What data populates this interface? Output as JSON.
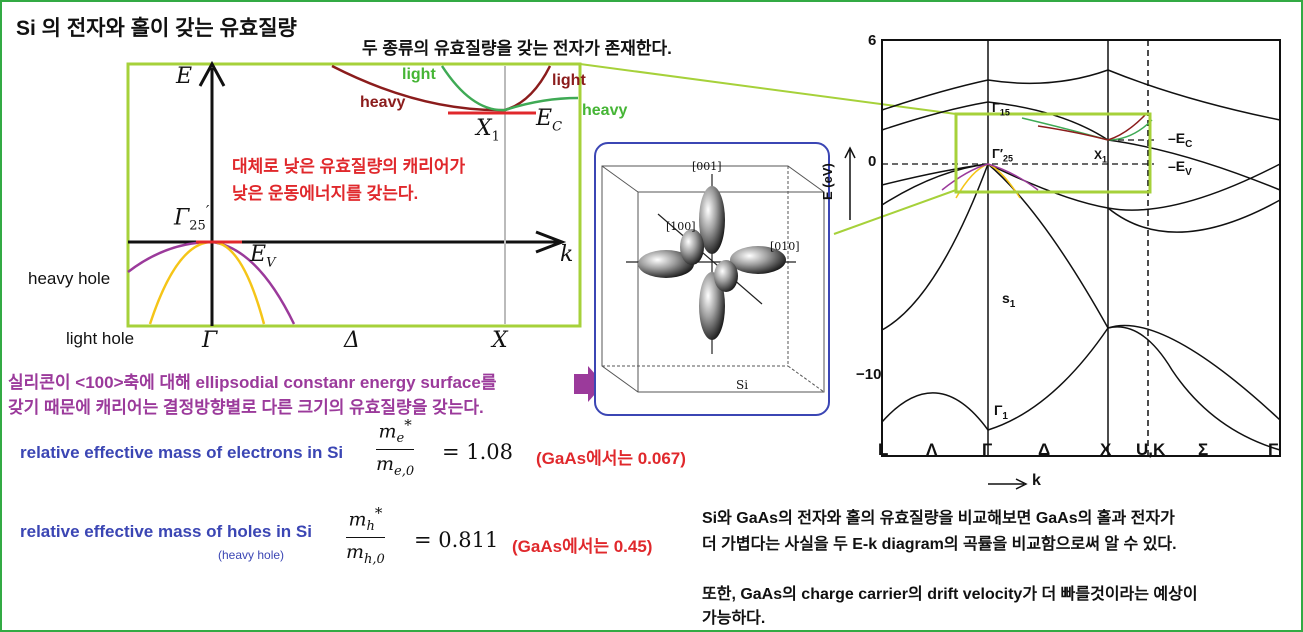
{
  "title": "Si 의 전자와 홀이 갖는 유효질량",
  "subtitle": "두 종류의 유효질량을 갖는 전자가 존재한다.",
  "left_diagram": {
    "axis_e": "E",
    "axis_k": "k",
    "label_light_top": "light",
    "label_light_right": "light",
    "label_heavy_left": "heavy",
    "label_heavy_right": "heavy",
    "x1": "X",
    "x1_sub": "1",
    "ec": "E",
    "ec_sub": "C",
    "gamma25": "Γ",
    "gamma25_sub": "25",
    "gamma25_prime": "′",
    "ev": "E",
    "ev_sub": "V",
    "note_line1": "대체로 낮은 유효질량의 캐리어가",
    "note_line2": "낮은 운동에너지를 갖는다.",
    "heavy_hole": "heavy hole",
    "light_hole": "light hole",
    "tick_gamma": "Γ",
    "tick_delta": "Δ",
    "tick_x": "X"
  },
  "ellipsoid": {
    "dir_001": "[001]",
    "dir_100": "[100]",
    "dir_010": "[010]",
    "label": "Si"
  },
  "surface_text": {
    "line1": "실리콘이 <100>축에 대해 ellipsodial constanr energy surface를",
    "line2": "갖기 때문에 캐리어는 결정방향별로 다른 크기의 유효질량을 갖는다."
  },
  "electron_mass": {
    "label": "relative effective mass of electrons in  Si",
    "num": "m",
    "num_sub": "e",
    "num_sup": "*",
    "den": "m",
    "den_sub": "e,0",
    "value": "= 1.08",
    "gaas": "(GaAs에서는 0.067)"
  },
  "hole_mass": {
    "label": "relative effective mass of holes in  Si",
    "note": "(heavy hole)",
    "num": "m",
    "num_sub": "h",
    "num_sup": "*",
    "den": "m",
    "den_sub": "h,0",
    "value": "= 0.811",
    "gaas": "(GaAs에서는 0.45)"
  },
  "band_chart": {
    "y_axis_label": "E (eV)",
    "y_ticks": [
      "6",
      "0",
      "−10"
    ],
    "x_ticks": [
      "L",
      "Λ",
      "Γ",
      "Δ",
      "X",
      "U,K",
      "Σ",
      "Γ"
    ],
    "k_label": "k",
    "labels": {
      "gamma15": "Γ",
      "gamma15_sub": "15",
      "gamma25": "Γ′",
      "gamma25_sub": "25",
      "x1": "X",
      "x1_sub": "1",
      "ec": "E",
      "ec_sub": "C",
      "ev": "E",
      "ev_sub": "V",
      "s1": "s",
      "s1_sub": "1",
      "gamma1": "Γ",
      "gamma1_sub": "1"
    }
  },
  "conclusion": {
    "line1": "Si와 GaAs의 전자와 홀의 유효질량을 비교해보면 GaAs의 홀과 전자가",
    "line2": "더 가볍다는 사실을 두 E-k diagram의 곡률을 비교함으로써 알 수 있다.",
    "line3": "또한, GaAs의 charge carrier의 drift velocity가 더 빠를것이라는 예상이",
    "line4": "가능하다."
  },
  "colors": {
    "frame_green": "#33aa44",
    "box_lime": "#a6d13a",
    "accent_red": "#e0282c",
    "purple": "#9b3a9b",
    "blue": "#3b46b4",
    "light_green": "#45b535",
    "heavy_red": "#8b1c1c",
    "hole_yellow": "#f5c518"
  }
}
